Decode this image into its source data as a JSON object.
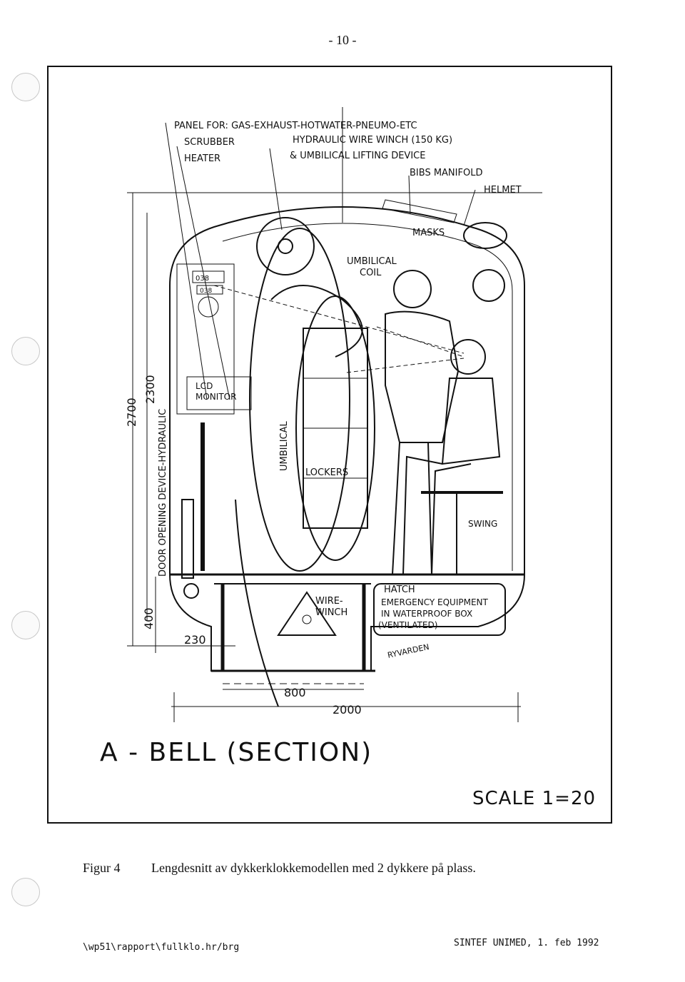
{
  "page_number": "- 10 -",
  "labels": {
    "panel": "PANEL FOR: GAS-EXHAUST-HOTWATER-PNEUMO-ETC",
    "scrubber": "SCRUBBER",
    "heater": "HEATER",
    "hydraulic_winch": "HYDRAULIC WIRE WINCH (150 KG)",
    "umbilical_lifting": "& UMBILICAL LIFTING DEVICE",
    "bibs_manifold": "BIBS MANIFOLD",
    "helmet": "HELMET",
    "masks": "MASKS",
    "umbilical_coil_1": "UMBILICAL",
    "umbilical_coil_2": "COIL",
    "lcd_monitor_1": "LCD",
    "lcd_monitor_2": "MONITOR",
    "umbilical_vertical": "UMBILICAL",
    "lockers": "LOCKERS",
    "swing": "SWING",
    "hatch": "HATCH",
    "emergency_1": "EMERGENCY EQUIPMENT",
    "emergency_2": "IN WATERPROOF BOX",
    "emergency_3": "(VENTILATED)",
    "wire_winch_1": "WIRE-",
    "wire_winch_2": "WINCH",
    "door_opening": "DOOR OPENING DEVICE-HYDRAULIC",
    "signature": "RYVARDEN",
    "display_1": "038",
    "display_2": "038"
  },
  "dimensions": {
    "height_total": "2700",
    "height_inner": "2300",
    "height_lower": "400",
    "offset": "230",
    "hatch_width": "800",
    "width_total": "2000"
  },
  "title": "A - BELL (SECTION)",
  "scale": "SCALE 1=20",
  "caption": {
    "label": "Figur 4",
    "text": "Lengdesnitt av dykkerklokkemodellen med 2 dykkere på plass."
  },
  "footer": {
    "path": "\\wp51\\rapport\\fullklo.hr/brg",
    "org_date": "SINTEF UNIMED, 1. feb 1992"
  },
  "icons": {
    "punch_holes": "punch-hole-icon",
    "winch_triangle": "warning-triangle-icon"
  }
}
